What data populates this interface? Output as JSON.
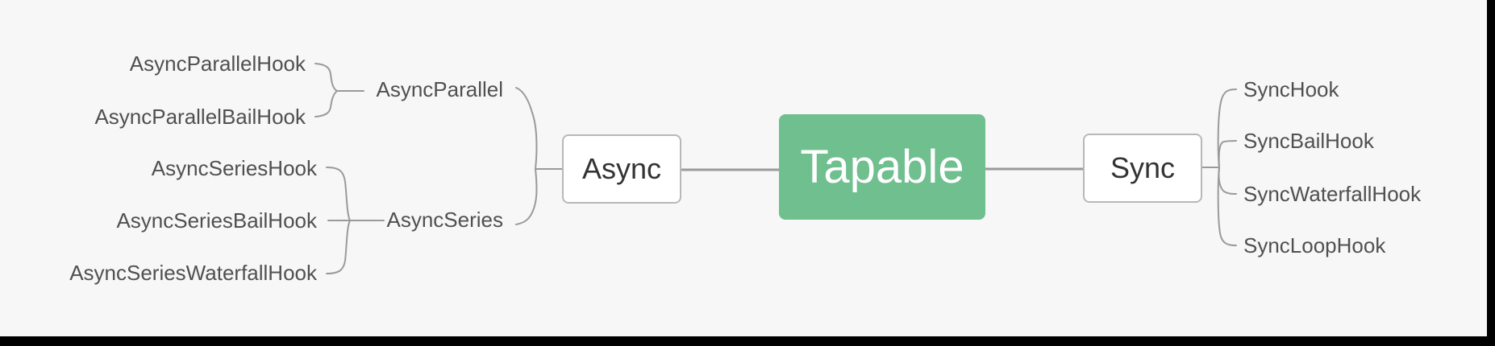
{
  "diagram": {
    "root": "Tapable",
    "async": {
      "label": "Async",
      "parallel": {
        "label": "AsyncParallel",
        "items": [
          "AsyncParallelHook",
          "AsyncParallelBailHook"
        ]
      },
      "series": {
        "label": "AsyncSeries",
        "items": [
          "AsyncSeriesHook",
          "AsyncSeriesBailHook",
          "AsyncSeriesWaterfallHook"
        ]
      }
    },
    "sync": {
      "label": "Sync",
      "items": [
        "SyncHook",
        "SyncBailHook",
        "SyncWaterfallHook",
        "SyncLoopHook"
      ]
    }
  }
}
